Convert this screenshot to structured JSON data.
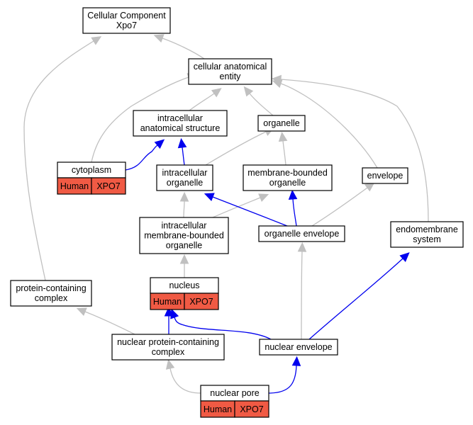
{
  "colors": {
    "edge_is_a": "#c0c0c0",
    "edge_part_of": "#0000ee",
    "annotation_fill": "#f05a44",
    "box_stroke": "#000000",
    "box_fill": "#ffffff"
  },
  "nodes": [
    {
      "id": "cellular-component",
      "lines": [
        "Cellular Component",
        "Xpo7"
      ]
    },
    {
      "id": "cellular-anatomical-entity",
      "lines": [
        "cellular anatomical",
        "entity"
      ]
    },
    {
      "id": "intracellular-anatomical-structure",
      "lines": [
        "intracellular",
        "anatomical structure"
      ]
    },
    {
      "id": "organelle",
      "lines": [
        "organelle"
      ]
    },
    {
      "id": "cytoplasm",
      "lines": [
        "cytoplasm"
      ],
      "annotations": [
        "Human",
        "XPO7"
      ]
    },
    {
      "id": "intracellular-organelle",
      "lines": [
        "intracellular",
        "organelle"
      ]
    },
    {
      "id": "membrane-bounded-organelle",
      "lines": [
        "membrane-bounded",
        "organelle"
      ]
    },
    {
      "id": "envelope",
      "lines": [
        "envelope"
      ]
    },
    {
      "id": "intracellular-membrane-bounded-organelle",
      "lines": [
        "intracellular",
        "membrane-bounded",
        "organelle"
      ]
    },
    {
      "id": "organelle-envelope",
      "lines": [
        "organelle envelope"
      ]
    },
    {
      "id": "endomembrane-system",
      "lines": [
        "endomembrane",
        "system"
      ]
    },
    {
      "id": "protein-containing-complex",
      "lines": [
        "protein-containing",
        "complex"
      ]
    },
    {
      "id": "nucleus",
      "lines": [
        "nucleus"
      ],
      "annotations": [
        "Human",
        "XPO7"
      ]
    },
    {
      "id": "nuclear-protein-containing-complex",
      "lines": [
        "nuclear protein-containing",
        "complex"
      ]
    },
    {
      "id": "nuclear-envelope",
      "lines": [
        "nuclear envelope"
      ]
    },
    {
      "id": "nuclear-pore",
      "lines": [
        "nuclear pore"
      ],
      "annotations": [
        "Human",
        "XPO7"
      ]
    }
  ],
  "edges": [
    {
      "from": "cellular-anatomical-entity",
      "to": "cellular-component",
      "relation": "is_a"
    },
    {
      "from": "protein-containing-complex",
      "to": "cellular-component",
      "relation": "is_a"
    },
    {
      "from": "intracellular-anatomical-structure",
      "to": "cellular-anatomical-entity",
      "relation": "is_a"
    },
    {
      "from": "organelle",
      "to": "cellular-anatomical-entity",
      "relation": "is_a"
    },
    {
      "from": "cytoplasm",
      "to": "cellular-anatomical-entity",
      "relation": "is_a"
    },
    {
      "from": "envelope",
      "to": "cellular-anatomical-entity",
      "relation": "is_a"
    },
    {
      "from": "endomembrane-system",
      "to": "cellular-anatomical-entity",
      "relation": "is_a"
    },
    {
      "from": "cytoplasm",
      "to": "intracellular-anatomical-structure",
      "relation": "part_of"
    },
    {
      "from": "intracellular-organelle",
      "to": "intracellular-anatomical-structure",
      "relation": "part_of"
    },
    {
      "from": "intracellular-organelle",
      "to": "organelle",
      "relation": "is_a"
    },
    {
      "from": "membrane-bounded-organelle",
      "to": "organelle",
      "relation": "is_a"
    },
    {
      "from": "intracellular-membrane-bounded-organelle",
      "to": "intracellular-organelle",
      "relation": "is_a"
    },
    {
      "from": "intracellular-membrane-bounded-organelle",
      "to": "membrane-bounded-organelle",
      "relation": "is_a"
    },
    {
      "from": "organelle-envelope",
      "to": "intracellular-organelle",
      "relation": "part_of"
    },
    {
      "from": "organelle-envelope",
      "to": "membrane-bounded-organelle",
      "relation": "part_of"
    },
    {
      "from": "organelle-envelope",
      "to": "envelope",
      "relation": "is_a"
    },
    {
      "from": "nucleus",
      "to": "intracellular-membrane-bounded-organelle",
      "relation": "is_a"
    },
    {
      "from": "nuclear-protein-containing-complex",
      "to": "protein-containing-complex",
      "relation": "is_a"
    },
    {
      "from": "nuclear-protein-containing-complex",
      "to": "nucleus",
      "relation": "part_of"
    },
    {
      "from": "nuclear-envelope",
      "to": "nucleus",
      "relation": "part_of"
    },
    {
      "from": "nuclear-envelope",
      "to": "organelle-envelope",
      "relation": "is_a"
    },
    {
      "from": "nuclear-envelope",
      "to": "endomembrane-system",
      "relation": "part_of"
    },
    {
      "from": "nuclear-pore",
      "to": "nuclear-protein-containing-complex",
      "relation": "is_a"
    },
    {
      "from": "nuclear-pore",
      "to": "nuclear-envelope",
      "relation": "part_of"
    }
  ]
}
